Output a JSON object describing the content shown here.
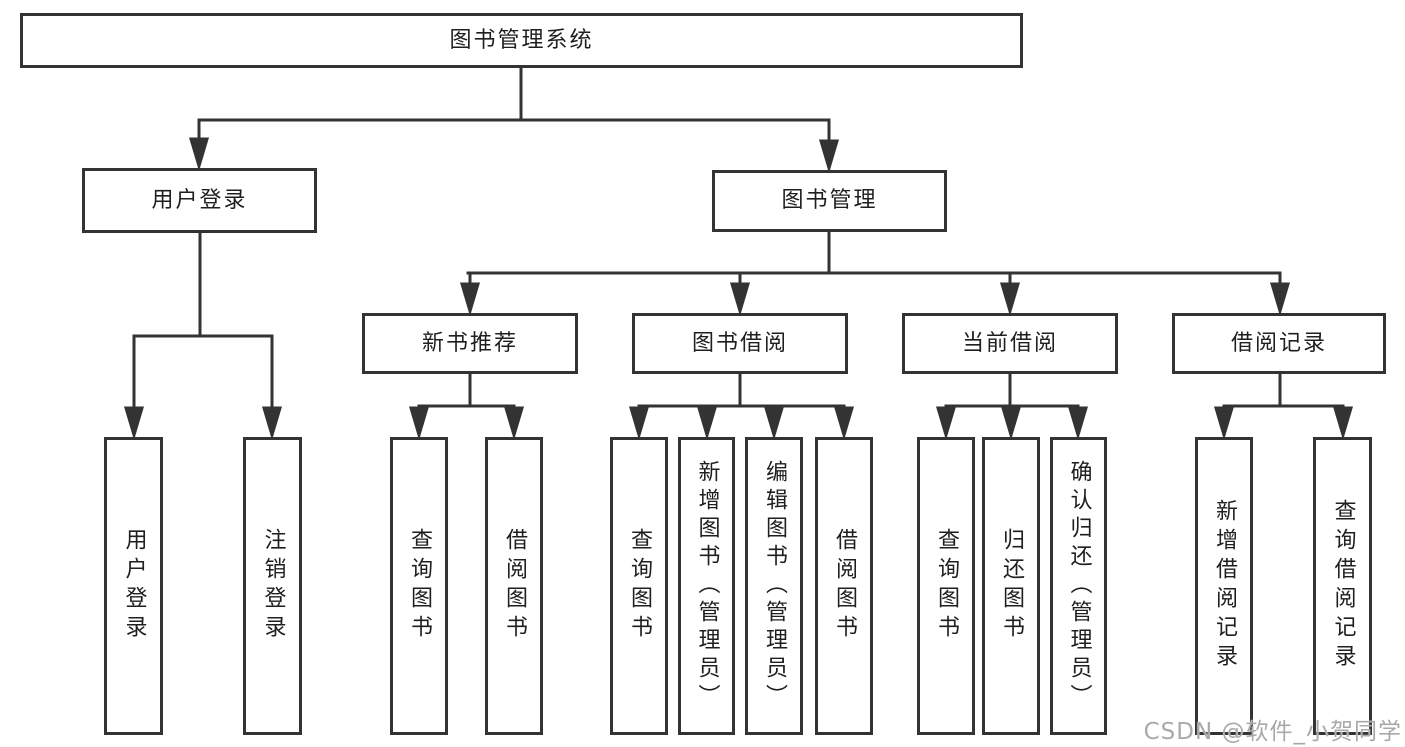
{
  "diagram": {
    "type": "hierarchy-tree",
    "root": {
      "label": "图书管理系统"
    },
    "level2": [
      {
        "label": "用户登录",
        "children": [
          "用户登录",
          "注销登录"
        ]
      },
      {
        "label": "图书管理"
      }
    ],
    "level3": [
      {
        "label": "新书推荐",
        "children": [
          "查询图书",
          "借阅图书"
        ]
      },
      {
        "label": "图书借阅",
        "children": [
          "查询图书",
          "新增图书（管理员）",
          "编辑图书（管理员）",
          "借阅图书"
        ]
      },
      {
        "label": "当前借阅",
        "children": [
          "查询图书",
          "归还图书",
          "确认归还（管理员）"
        ]
      },
      {
        "label": "借阅记录",
        "children": [
          "新增借阅记录",
          "查询借阅记录"
        ]
      }
    ]
  },
  "colors": {
    "line": "#333333",
    "box_border": "#333333",
    "text": "#1f1f1f",
    "watermark": "#a9a9a9",
    "background": "#ffffff"
  },
  "watermark": {
    "text": "CSDN @软件_小贺同学"
  }
}
